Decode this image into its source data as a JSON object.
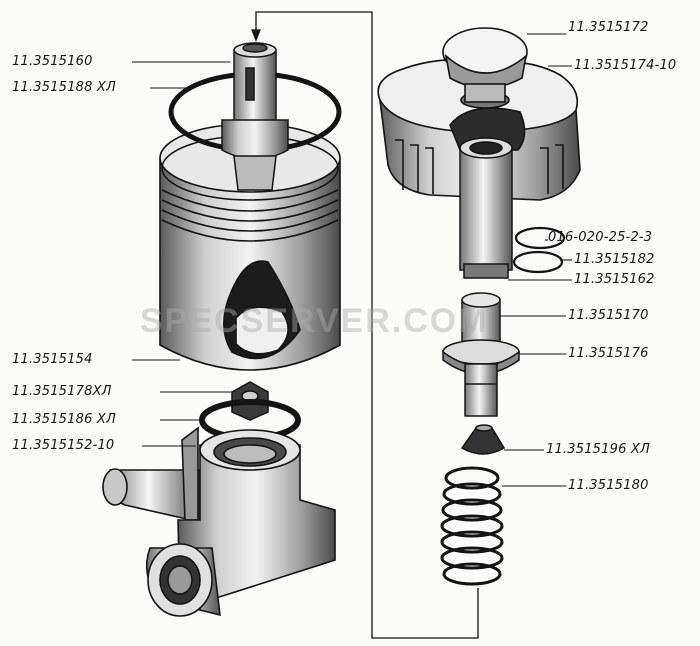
{
  "watermark": "SPECSERVER.COM",
  "colors": {
    "ink": "#141414",
    "paper": "#fbfbfa",
    "shade": "#8a8a8a",
    "dark": "#2a2a2a"
  },
  "labels": {
    "l1": "11.3515160",
    "l2": "11.3515188 ХЛ",
    "l3": "11.3515154",
    "l4": "11.3515178ХЛ",
    "l5": "11.3515186 ХЛ",
    "l6": "11.3515152-10",
    "r1": "11.3515172",
    "r2": "11.3515174-10",
    "r3": "016-020-25-2-3",
    "r4": "11.3515182",
    "r5": "11.3515162",
    "r6": "11.3515170",
    "r7": "11.3515176",
    "r8": "11.3515196 ХЛ",
    "r9": "11.3515180"
  }
}
